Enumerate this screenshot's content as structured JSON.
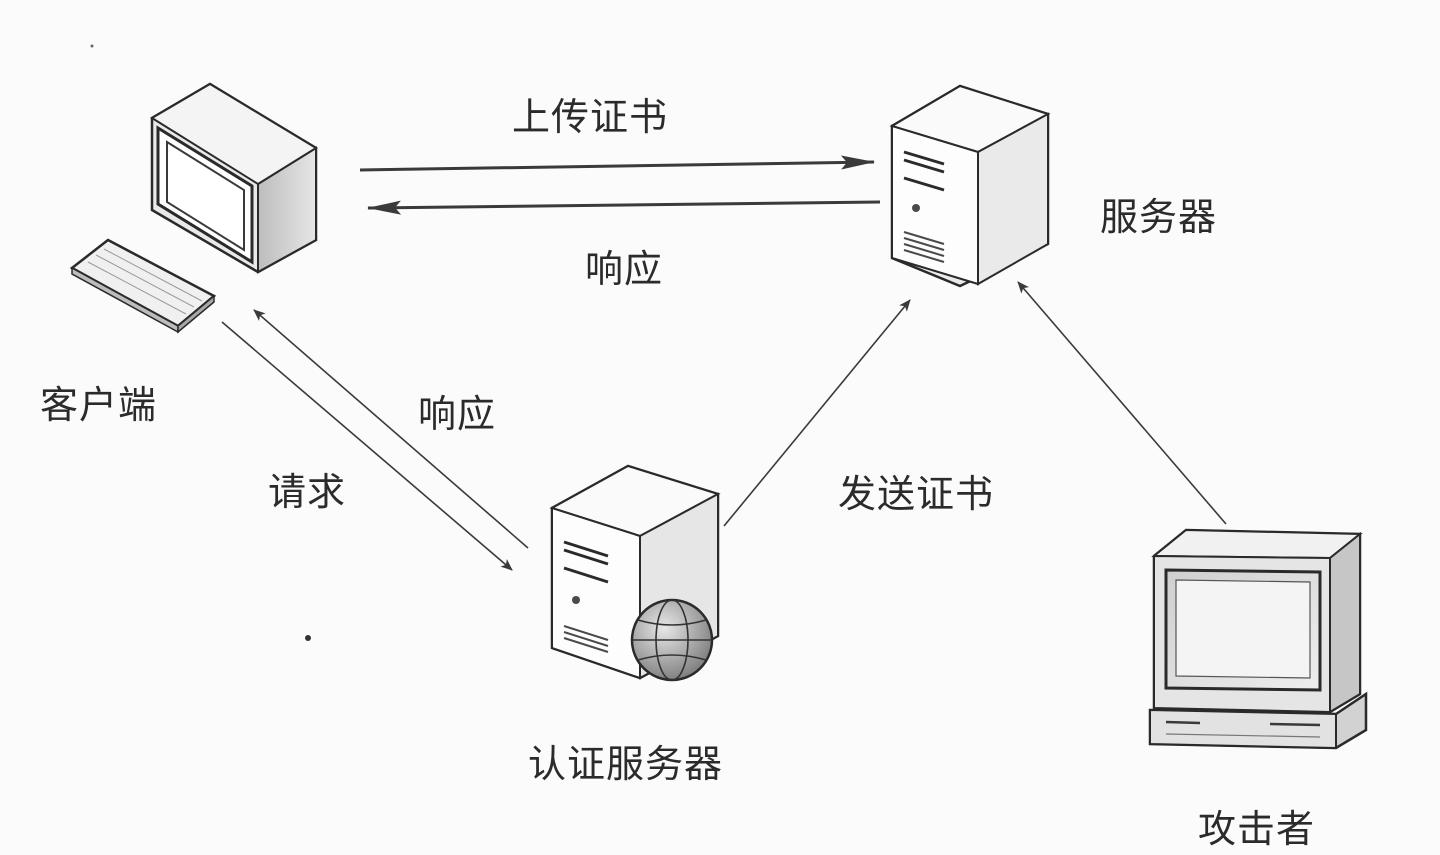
{
  "nodes": {
    "client": {
      "label": "客户端",
      "icon": "desktop-computer-icon"
    },
    "server": {
      "label": "服务器",
      "icon": "server-tower-icon"
    },
    "auth_server": {
      "label": "认证服务器",
      "icon": "server-globe-icon"
    },
    "attacker": {
      "label": "攻击者",
      "icon": "laptop-computer-icon"
    }
  },
  "edges": {
    "upload_cert": {
      "label": "上传证书",
      "from": "客户端",
      "to": "服务器"
    },
    "response_server": {
      "label": "响应",
      "from": "服务器",
      "to": "客户端"
    },
    "request": {
      "label": "请求",
      "from": "客户端",
      "to": "认证服务器"
    },
    "response_auth": {
      "label": "响应",
      "from": "认证服务器",
      "to": "客户端"
    },
    "send_cert": {
      "label": "发送证书",
      "from": "认证服务器",
      "to": "服务器"
    },
    "attack": {
      "label": "",
      "from": "攻击者",
      "to": "服务器"
    }
  },
  "colors": {
    "line": "#3a3a3a",
    "outline": "#2a2a2a",
    "fill_light": "#f2f2f2",
    "fill_mid": "#d4d4d4",
    "fill_dark": "#9a9a9a"
  }
}
